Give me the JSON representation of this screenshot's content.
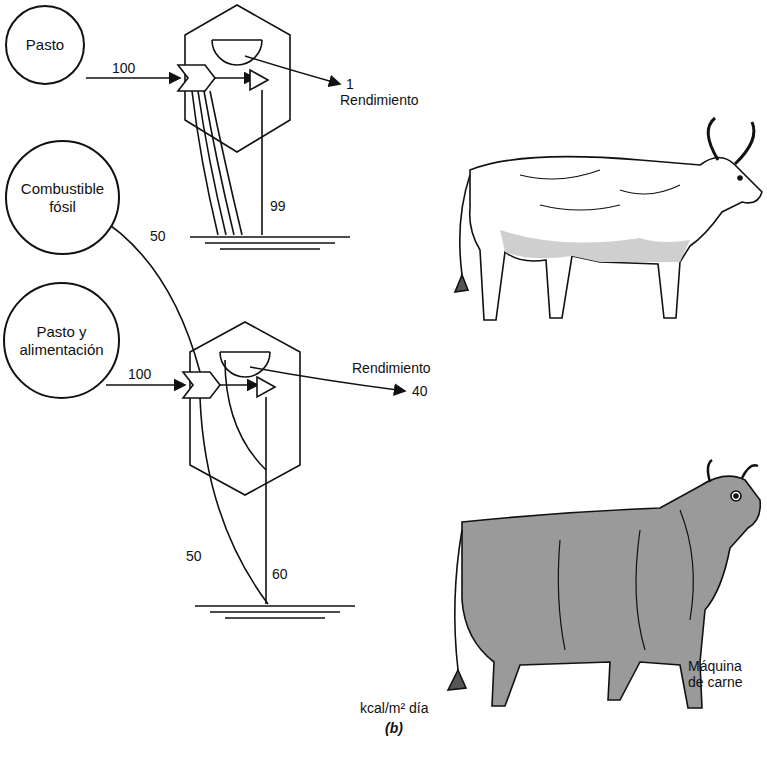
{
  "diagram": {
    "caption": "(b)",
    "nodes": [
      {
        "text": [
          "Pasto"
        ]
      },
      {
        "text": [
          "Combustible fósil"
        ]
      },
      {
        "text": [
          "Pasto y alimentación"
        ]
      }
    ],
    "labels": [
      "100",
      "1",
      "Rendimiento",
      "99",
      "50",
      "100",
      "Rendimiento",
      "40",
      "50",
      "60",
      "Máquina de carne",
      "kcal/m² día"
    ]
  }
}
